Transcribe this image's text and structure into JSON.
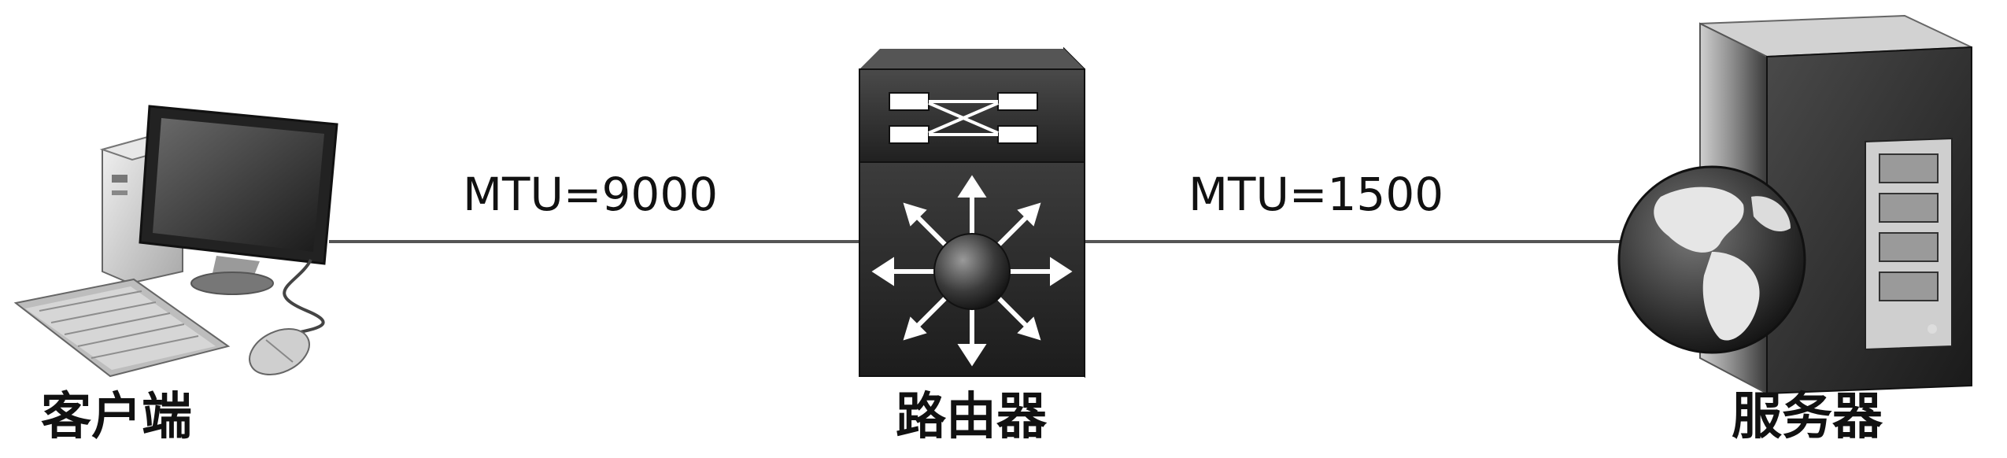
{
  "links": [
    {
      "mtu_label": "MTU=9000"
    },
    {
      "mtu_label": "MTU=1500"
    }
  ],
  "nodes": {
    "client": {
      "label": "客户端",
      "icon": "desktop-computer-icon"
    },
    "router": {
      "label": "路由器",
      "icon": "router-switch-icon"
    },
    "server": {
      "label": "服务器",
      "icon": "web-server-icon"
    }
  }
}
